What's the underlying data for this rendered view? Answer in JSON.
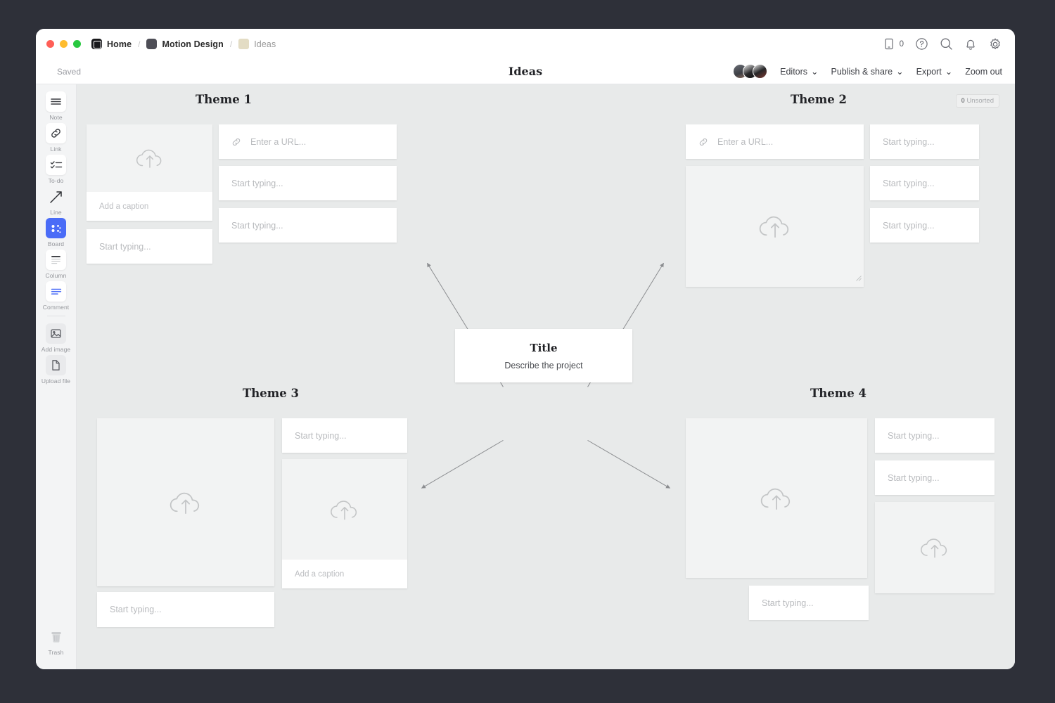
{
  "window": {
    "traffic_lights": [
      "close",
      "minimize",
      "maximize"
    ]
  },
  "titlebar": {
    "breadcrumbs": [
      {
        "label": "Home",
        "icon": "home-icon"
      },
      {
        "label": "Motion Design",
        "icon": "folder-dark-icon"
      },
      {
        "label": "Ideas",
        "icon": "folder-tan-icon"
      }
    ],
    "separator": "/",
    "right_icons": [
      {
        "name": "mobile-preview-icon",
        "badge": "0"
      },
      {
        "name": "help-icon"
      },
      {
        "name": "search-icon"
      },
      {
        "name": "notifications-bell-icon"
      },
      {
        "name": "settings-gear-icon"
      }
    ]
  },
  "subbar": {
    "save_status": "Saved",
    "document_title": "Ideas",
    "editors_label": "Editors",
    "publish_label": "Publish & share",
    "export_label": "Export",
    "zoom_label": "Zoom out",
    "caret": "⌄",
    "avatar_count": 3
  },
  "sidebar": {
    "items": [
      {
        "label": "Note",
        "icon": "note-icon",
        "active": false
      },
      {
        "label": "Link",
        "icon": "link-icon",
        "active": false
      },
      {
        "label": "To-do",
        "icon": "todo-checklist-icon",
        "active": false
      },
      {
        "label": "Line",
        "icon": "line-arrow-icon",
        "active": false
      },
      {
        "label": "Board",
        "icon": "board-icon",
        "active": true
      },
      {
        "label": "Column",
        "icon": "column-icon",
        "active": false
      },
      {
        "label": "Comment",
        "icon": "comment-icon",
        "active": false
      },
      {
        "label": "Add image",
        "icon": "add-image-icon",
        "active": false
      },
      {
        "label": "Upload file",
        "icon": "upload-file-icon",
        "active": false
      }
    ],
    "trash": {
      "label": "Trash",
      "icon": "trash-icon"
    }
  },
  "canvas": {
    "unsorted_badge": {
      "count": "0",
      "label": "Unsorted"
    },
    "center": {
      "title": "Title",
      "subtitle": "Describe the project"
    },
    "placeholders": {
      "note": "Start typing...",
      "url": "Enter a URL...",
      "caption": "Add a caption"
    },
    "themes": [
      {
        "title": "Theme 1"
      },
      {
        "title": "Theme 2"
      },
      {
        "title": "Theme 3"
      },
      {
        "title": "Theme 4"
      }
    ]
  },
  "colors": {
    "desktop_bg": "#2e3039",
    "canvas_bg": "#e8eaea",
    "accent": "#4a6cf7",
    "card_bg": "#ffffff",
    "image_drop_bg": "#f2f3f3",
    "placeholder_text": "#b9bbbe"
  }
}
